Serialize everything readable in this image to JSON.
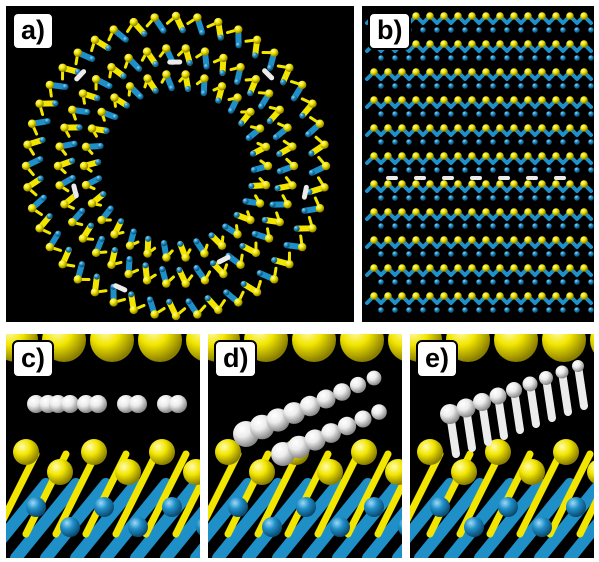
{
  "panels": {
    "a": {
      "label": "a)"
    },
    "b": {
      "label": "b)"
    },
    "c": {
      "label": "c)"
    },
    "d": {
      "label": "d)"
    },
    "e": {
      "label": "e)"
    }
  },
  "colors": {
    "sulfur": "#f2e600",
    "molybdenum": "#1f8fc8",
    "hydrogen": "#ececec",
    "background": "#000000"
  }
}
